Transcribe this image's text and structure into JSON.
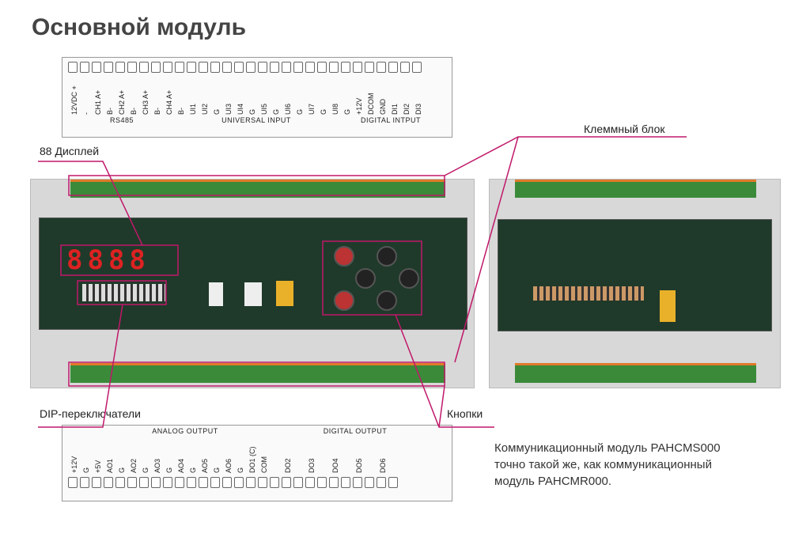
{
  "title": "Основной модуль",
  "labels": {
    "display": "88 Дисплей",
    "terminal_block": "Клеммный блок",
    "dip": "DIP-переключатели",
    "buttons": "Кнопки"
  },
  "display_value": "8888",
  "note": [
    "Коммуникационный модуль PAHCMS000",
    "точно такой же, как коммуникационный",
    "модуль PAHCMR000."
  ],
  "top_terminals": {
    "pins": [
      "12VDC +",
      "-",
      "CH1 A+",
      "B-",
      "CH2 A+",
      "B-",
      "CH3 A+",
      "B-",
      "CH4 A+",
      "B-",
      "UI1",
      "UI2",
      "G",
      "UI3",
      "UI4",
      "G",
      "UI5",
      "G",
      "UI6",
      "G",
      "UI7",
      "G",
      "UI8",
      "G",
      "+12V",
      "DCOM",
      "GND",
      "DI1",
      "DI2",
      "DI3"
    ],
    "groups": [
      "RS485",
      "UNIVERSAL INPUT",
      "DIGITAL INTPUT"
    ]
  },
  "bottom_terminals": {
    "pins": [
      "+12V",
      "G",
      "+5V",
      "AO1",
      "G",
      "AO2",
      "G",
      "AO3",
      "G",
      "AO4",
      "G",
      "AO5",
      "G",
      "AO6",
      "G",
      "DO1 (C)",
      "COM",
      "",
      "DO2",
      "",
      "DO3",
      "",
      "DO4",
      "",
      "DO5",
      "",
      "DO6",
      ""
    ],
    "groups": [
      "ANALOG OUTPUT",
      "DIGITAL OUTPUT"
    ]
  },
  "accent": "#c0186a"
}
